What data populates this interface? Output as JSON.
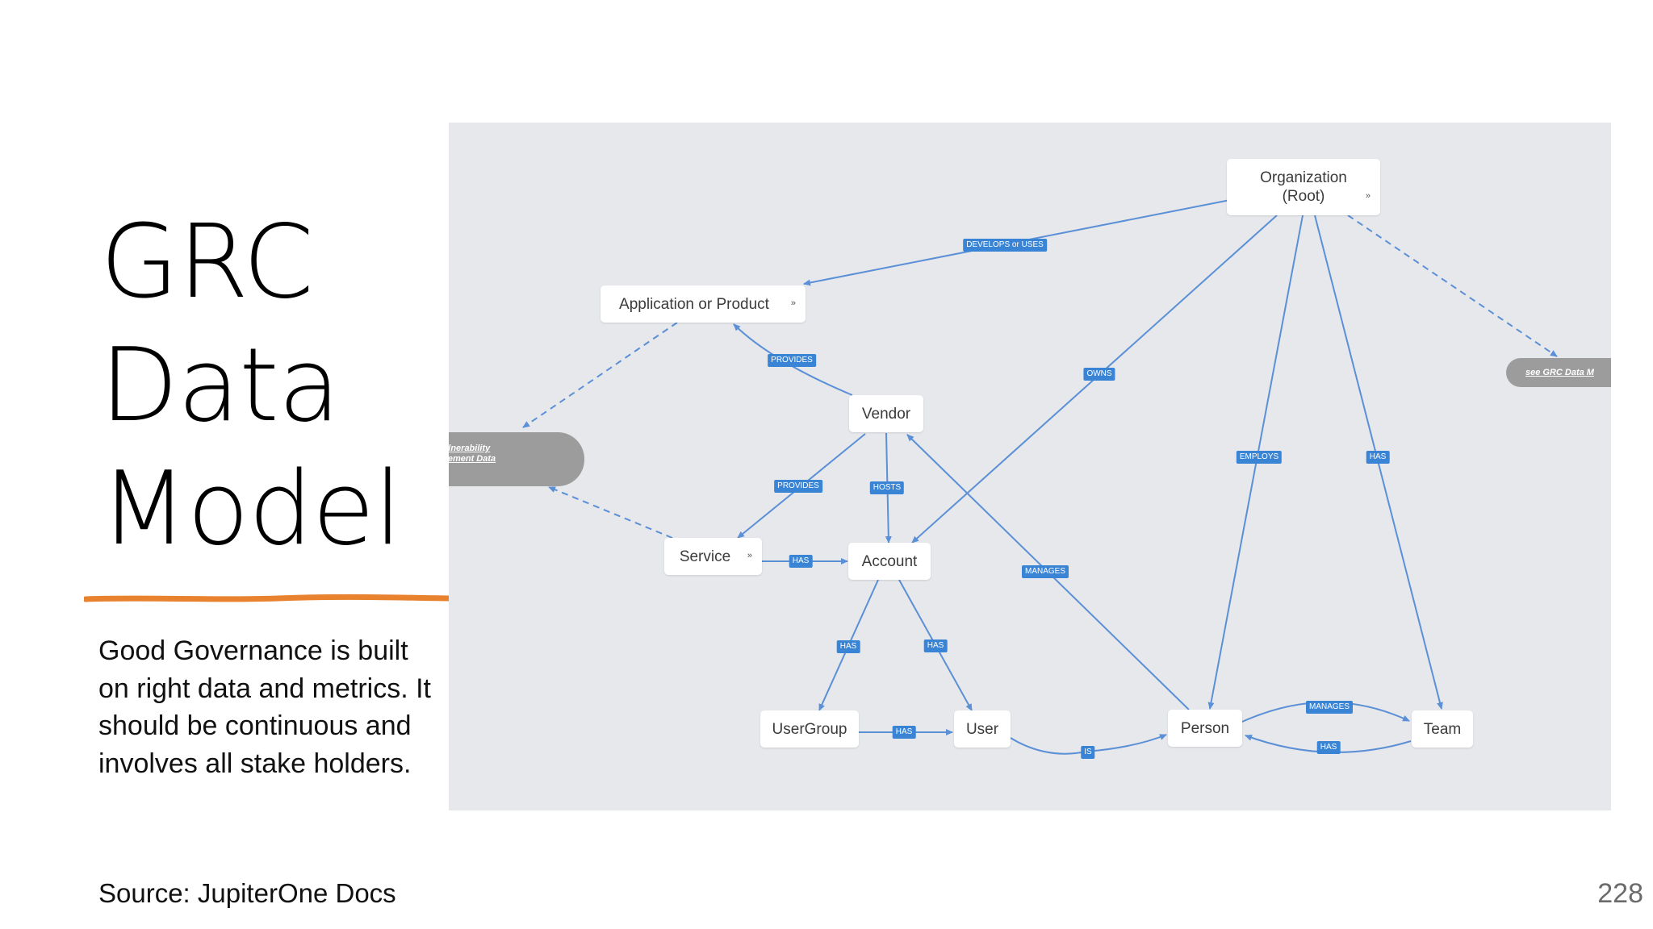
{
  "slide": {
    "title": "GRC\nData\nModel",
    "body": "Good Governance is built on right data and metrics. It should be continuous and involves all stake holders.",
    "source": "Source: JupiterOne Docs",
    "page_number": "228",
    "accent_color": "#e8822e"
  },
  "diagram": {
    "nodes": {
      "organization": "Organization\n(Root)",
      "application": "Application or Product",
      "vendor": "Vendor",
      "service": "Service",
      "account": "Account",
      "usergroup": "UserGroup",
      "user": "User",
      "person": "Person",
      "team": "Team"
    },
    "external_links": {
      "vulnerability": "see Vulnerability\nManagement Data\nModel",
      "grc": "see GRC Data M"
    },
    "relationships": {
      "develops_or_uses": "DEVELOPS or USES",
      "provides_app": "PROVIDES",
      "owns": "OWNS",
      "provides_service": "PROVIDES",
      "hosts": "HOSTS",
      "employs": "EMPLOYS",
      "org_has_team": "HAS",
      "service_has_account": "HAS",
      "manages_vendor": "MANAGES",
      "account_has_usergroup": "HAS",
      "account_has_user": "HAS",
      "usergroup_has_user": "HAS",
      "is": "IS",
      "person_manages_team": "MANAGES",
      "team_has_person": "HAS"
    },
    "edge_color": "#5b8fd6",
    "label_color": "#3a84d6"
  }
}
